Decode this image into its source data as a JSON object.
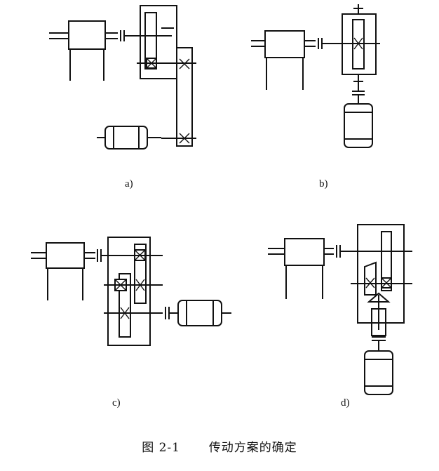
{
  "figure": {
    "caption_number": "图 2-1",
    "caption_text": "传动方案的确定"
  },
  "panels": [
    {
      "id": "a",
      "label": "a)"
    },
    {
      "id": "b",
      "label": "b)"
    },
    {
      "id": "c",
      "label": "c)"
    },
    {
      "id": "d",
      "label": "d)"
    }
  ]
}
